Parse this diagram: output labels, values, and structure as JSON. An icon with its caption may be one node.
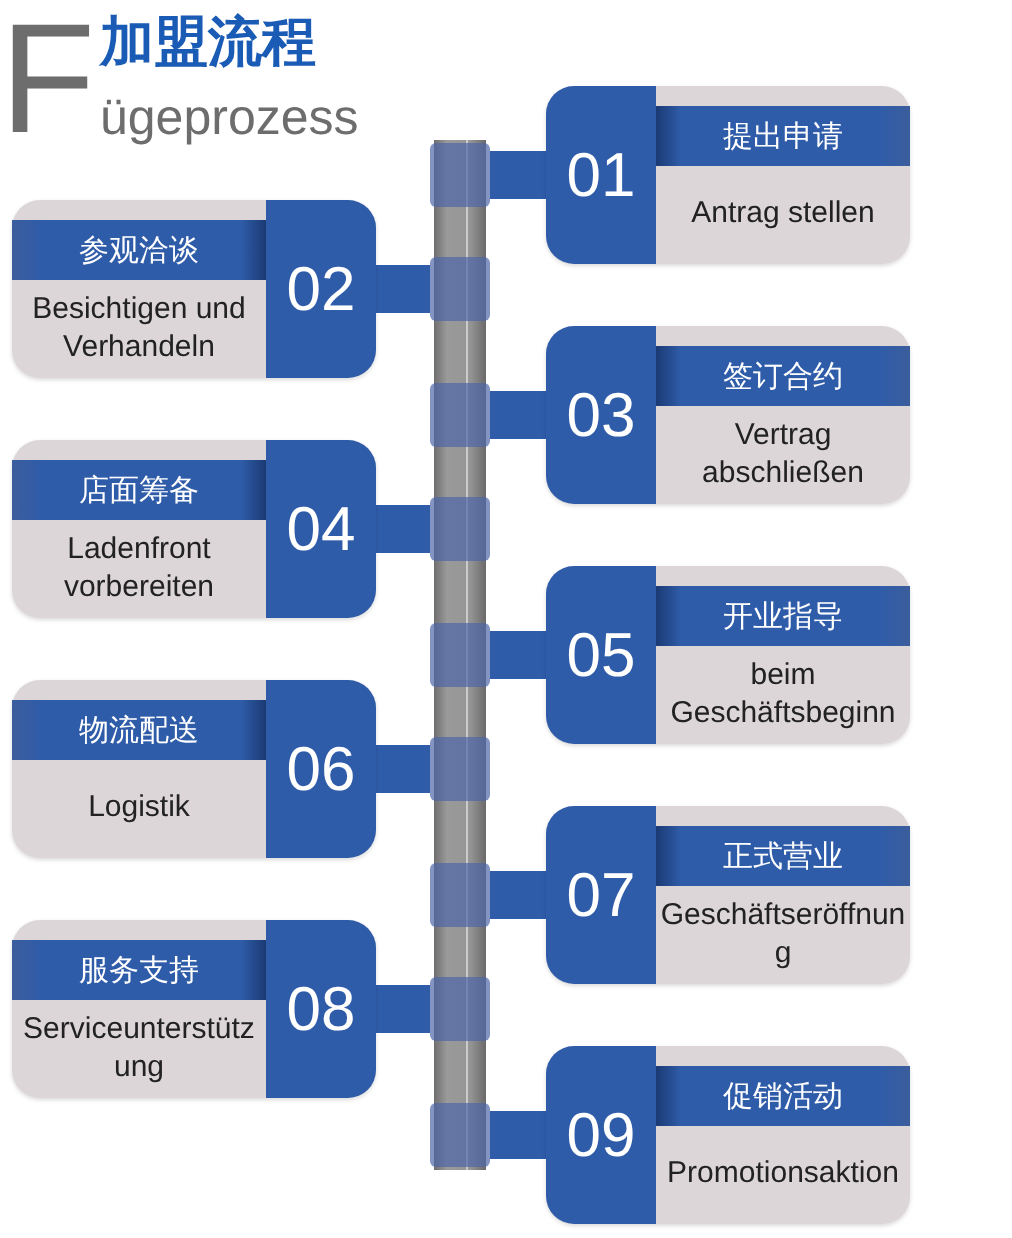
{
  "diagram": {
    "title": "加盟流程",
    "nodes": [
      {
        "text": [
          "01",
          "提出申请",
          "Antrag stellen"
        ]
      },
      {
        "text": [
          "02",
          "参观洽谈",
          "Besichtigen und Verhandeln"
        ]
      },
      {
        "text": [
          "03",
          "签订合约",
          "Vertrag abschließen"
        ]
      },
      {
        "text": [
          "04",
          "店面筹备",
          "Ladenfront vorbereiten"
        ]
      },
      {
        "text": [
          "05",
          "开业指导",
          "beim Geschäftsbeginn"
        ]
      },
      {
        "text": [
          "06",
          "物流配送",
          "Logistik"
        ]
      },
      {
        "text": [
          "07",
          "正式营业",
          "Geschäftseröffnung"
        ]
      },
      {
        "text": [
          "08",
          "服务支持",
          "Serviceunterstützung"
        ]
      },
      {
        "text": [
          "09",
          "促销活动",
          "Promotionsaktion"
        ]
      },
      {
        "text": [],
        "shape": "bar"
      }
    ],
    "edges": [
      {
        "from": 9,
        "to": 0,
        "arrow": "none",
        "style": "thick"
      },
      {
        "from": 9,
        "to": 1,
        "arrow": "none",
        "style": "thick"
      },
      {
        "from": 9,
        "to": 2,
        "arrow": "none",
        "style": "thick"
      },
      {
        "from": 9,
        "to": 3,
        "arrow": "none",
        "style": "thick"
      },
      {
        "from": 9,
        "to": 4,
        "arrow": "none",
        "style": "thick"
      },
      {
        "from": 9,
        "to": 5,
        "arrow": "none",
        "style": "thick"
      },
      {
        "from": 9,
        "to": 6,
        "arrow": "none",
        "style": "thick"
      },
      {
        "from": 9,
        "to": 7,
        "arrow": "none",
        "style": "thick"
      },
      {
        "from": 9,
        "to": 8,
        "arrow": "none",
        "style": "thick"
      }
    ],
    "labels": [
      "F",
      "ügeprozess"
    ]
  }
}
